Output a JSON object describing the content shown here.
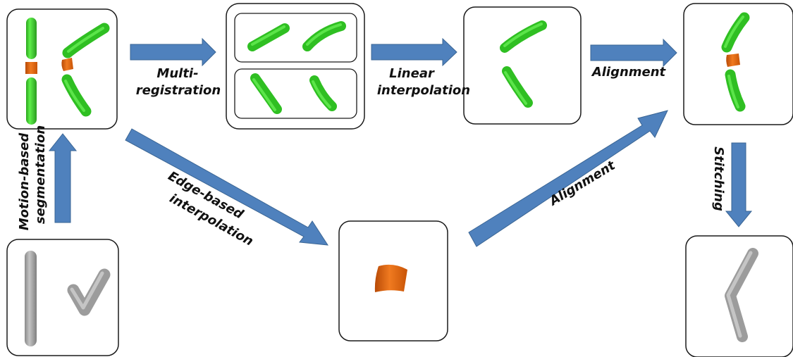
{
  "labels": {
    "multi_registration": [
      "Multi-",
      "registration"
    ],
    "linear_interpolation": [
      "Linear",
      "interpolation"
    ],
    "alignment_top": "Alignment",
    "alignment_diagonal": "Alignment",
    "motion_based_segmentation": [
      "Motion-based",
      "segmentation"
    ],
    "edge_based_interpolation": [
      "Edge-based",
      "interpolation"
    ],
    "stitching": "Stitching"
  },
  "colors": {
    "arrow_fill": "#4f81bd",
    "arrow_stroke": "#3a6594",
    "green_part": "#39d62a",
    "green_dark": "#2a9c1f",
    "orange_part": "#e8620a",
    "orange_dark": "#b84a06",
    "gray_part": "#a6a6a6",
    "gray_dark": "#7f7f7f",
    "panel_border": "#1a1a1a",
    "label_text": "#111111"
  }
}
